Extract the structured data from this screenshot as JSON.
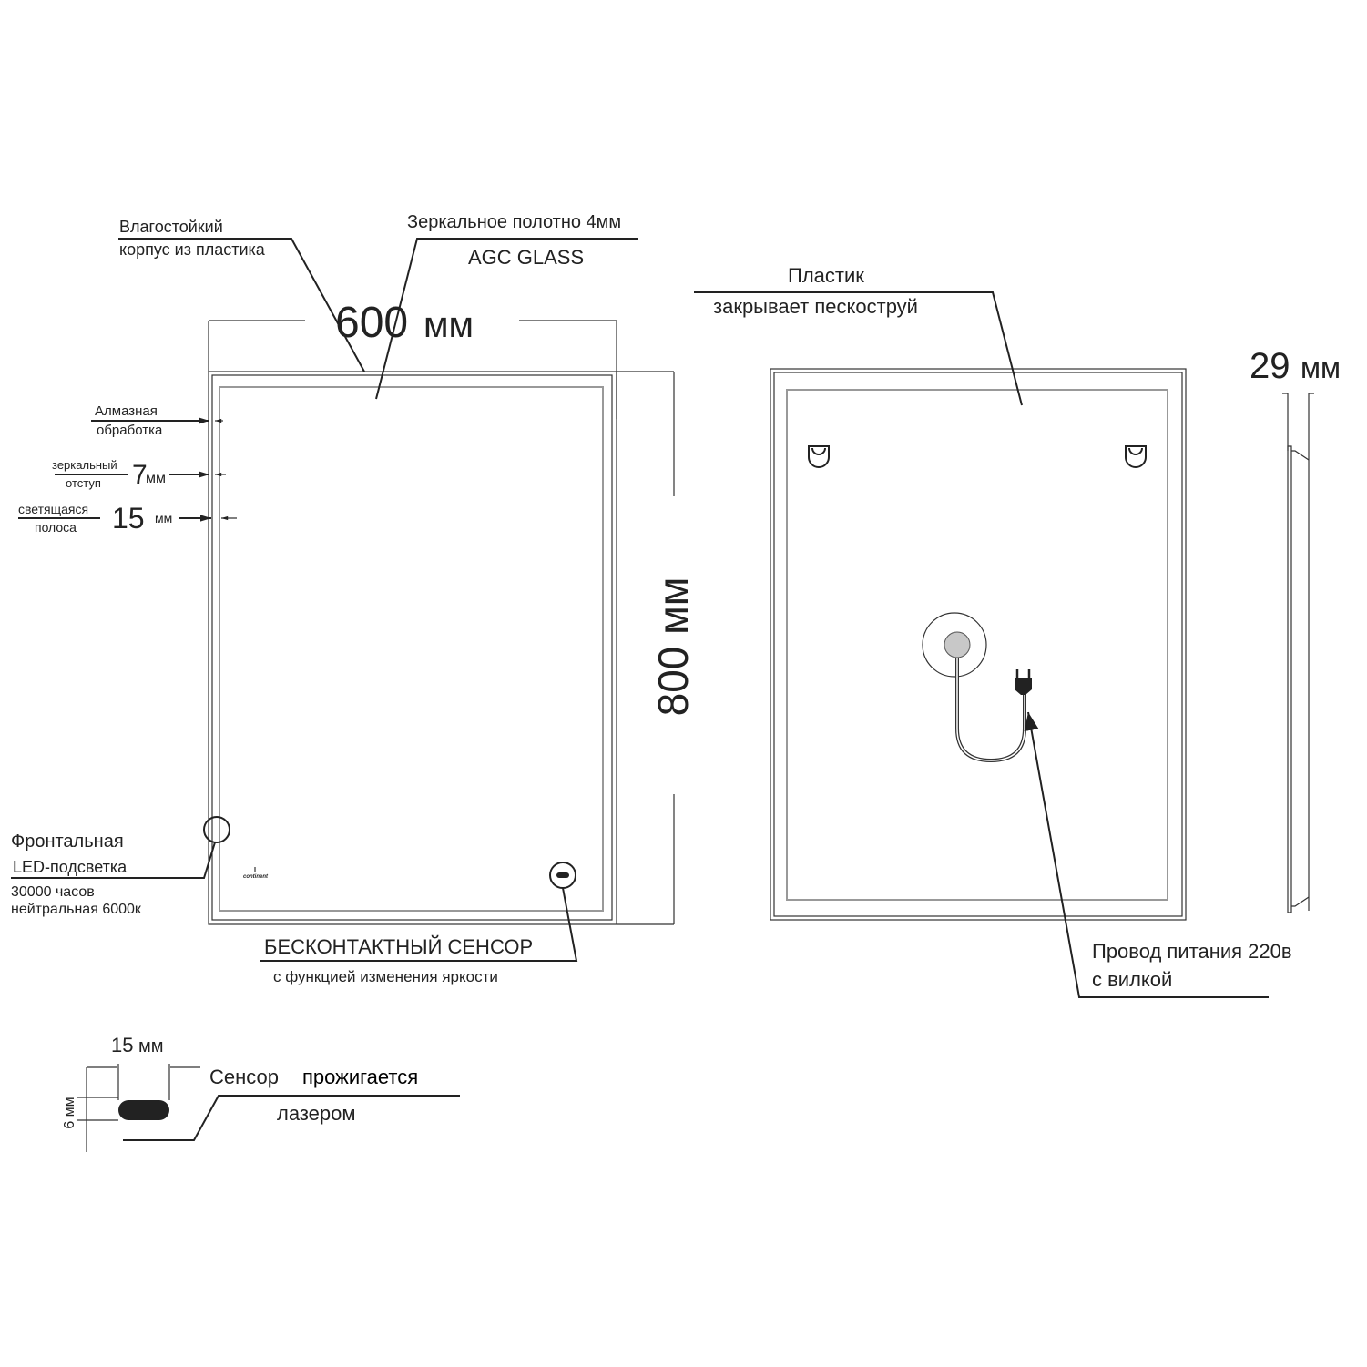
{
  "front": {
    "width_value": "600",
    "width_unit": "мм",
    "height_label": "800 мм",
    "housing_line1": "Влагостойкий",
    "housing_line2": "корпус из пластика",
    "glass_line1": "Зеркальное  полотно 4мм",
    "glass_line2": "AGC GLASS",
    "diamond_line1": "Алмазная",
    "diamond_line2": "обработка",
    "offset_line1": "зеркальный",
    "offset_line2": "отступ",
    "offset_value": "7",
    "offset_unit": "мм",
    "strip_line1": "светящаяся",
    "strip_line2": "полоса",
    "strip_value": "15",
    "strip_unit": "мм",
    "led_line1": "Фронтальная",
    "led_line2": "LED-подсветка",
    "led_line3": "30000 часов",
    "led_line4": "нейтральная 6000к",
    "sensor_line1": "БЕСКОНТАКТНЫЙ СЕНСОР",
    "sensor_line2": "с функцией изменения яркости",
    "logo": "continent"
  },
  "back": {
    "plastic_line1": "Пластик",
    "plastic_line2": "закрывает пескоструй",
    "cable_line1": "Провод питания 220в",
    "cable_line2": "с вилкой"
  },
  "side": {
    "depth_value": "29",
    "depth_unit": "мм"
  },
  "sensor_detail": {
    "width_value": "15",
    "width_unit": "мм",
    "height_label": "6 мм",
    "text1": "Сенсор",
    "text2": "прожигается",
    "text3": "лазером"
  }
}
